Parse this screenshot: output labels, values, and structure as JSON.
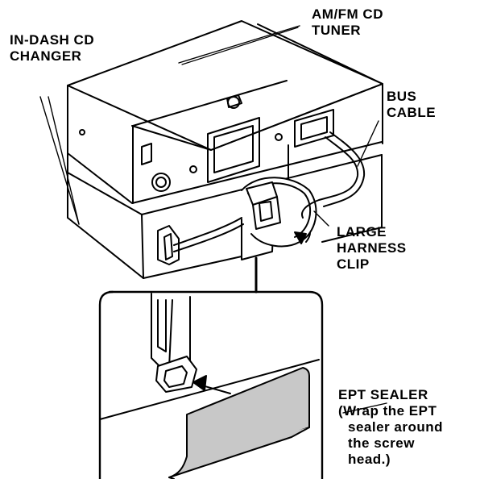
{
  "labels": {
    "tuner": [
      "AM/FM CD",
      "TUNER"
    ],
    "changer": [
      "IN-DASH CD",
      "CHANGER"
    ],
    "bus_cable": [
      "BUS",
      "CABLE"
    ],
    "harness_clip": [
      "LARGE",
      "HARNESS",
      "CLIP"
    ],
    "ept_sealer": [
      "EPT SEALER",
      "(Wrap the EPT",
      "sealer around",
      "the screw",
      "head.)"
    ]
  },
  "colors": {
    "line": "#000000",
    "sealer_fill": "#c8c8c8",
    "background": "#ffffff"
  }
}
